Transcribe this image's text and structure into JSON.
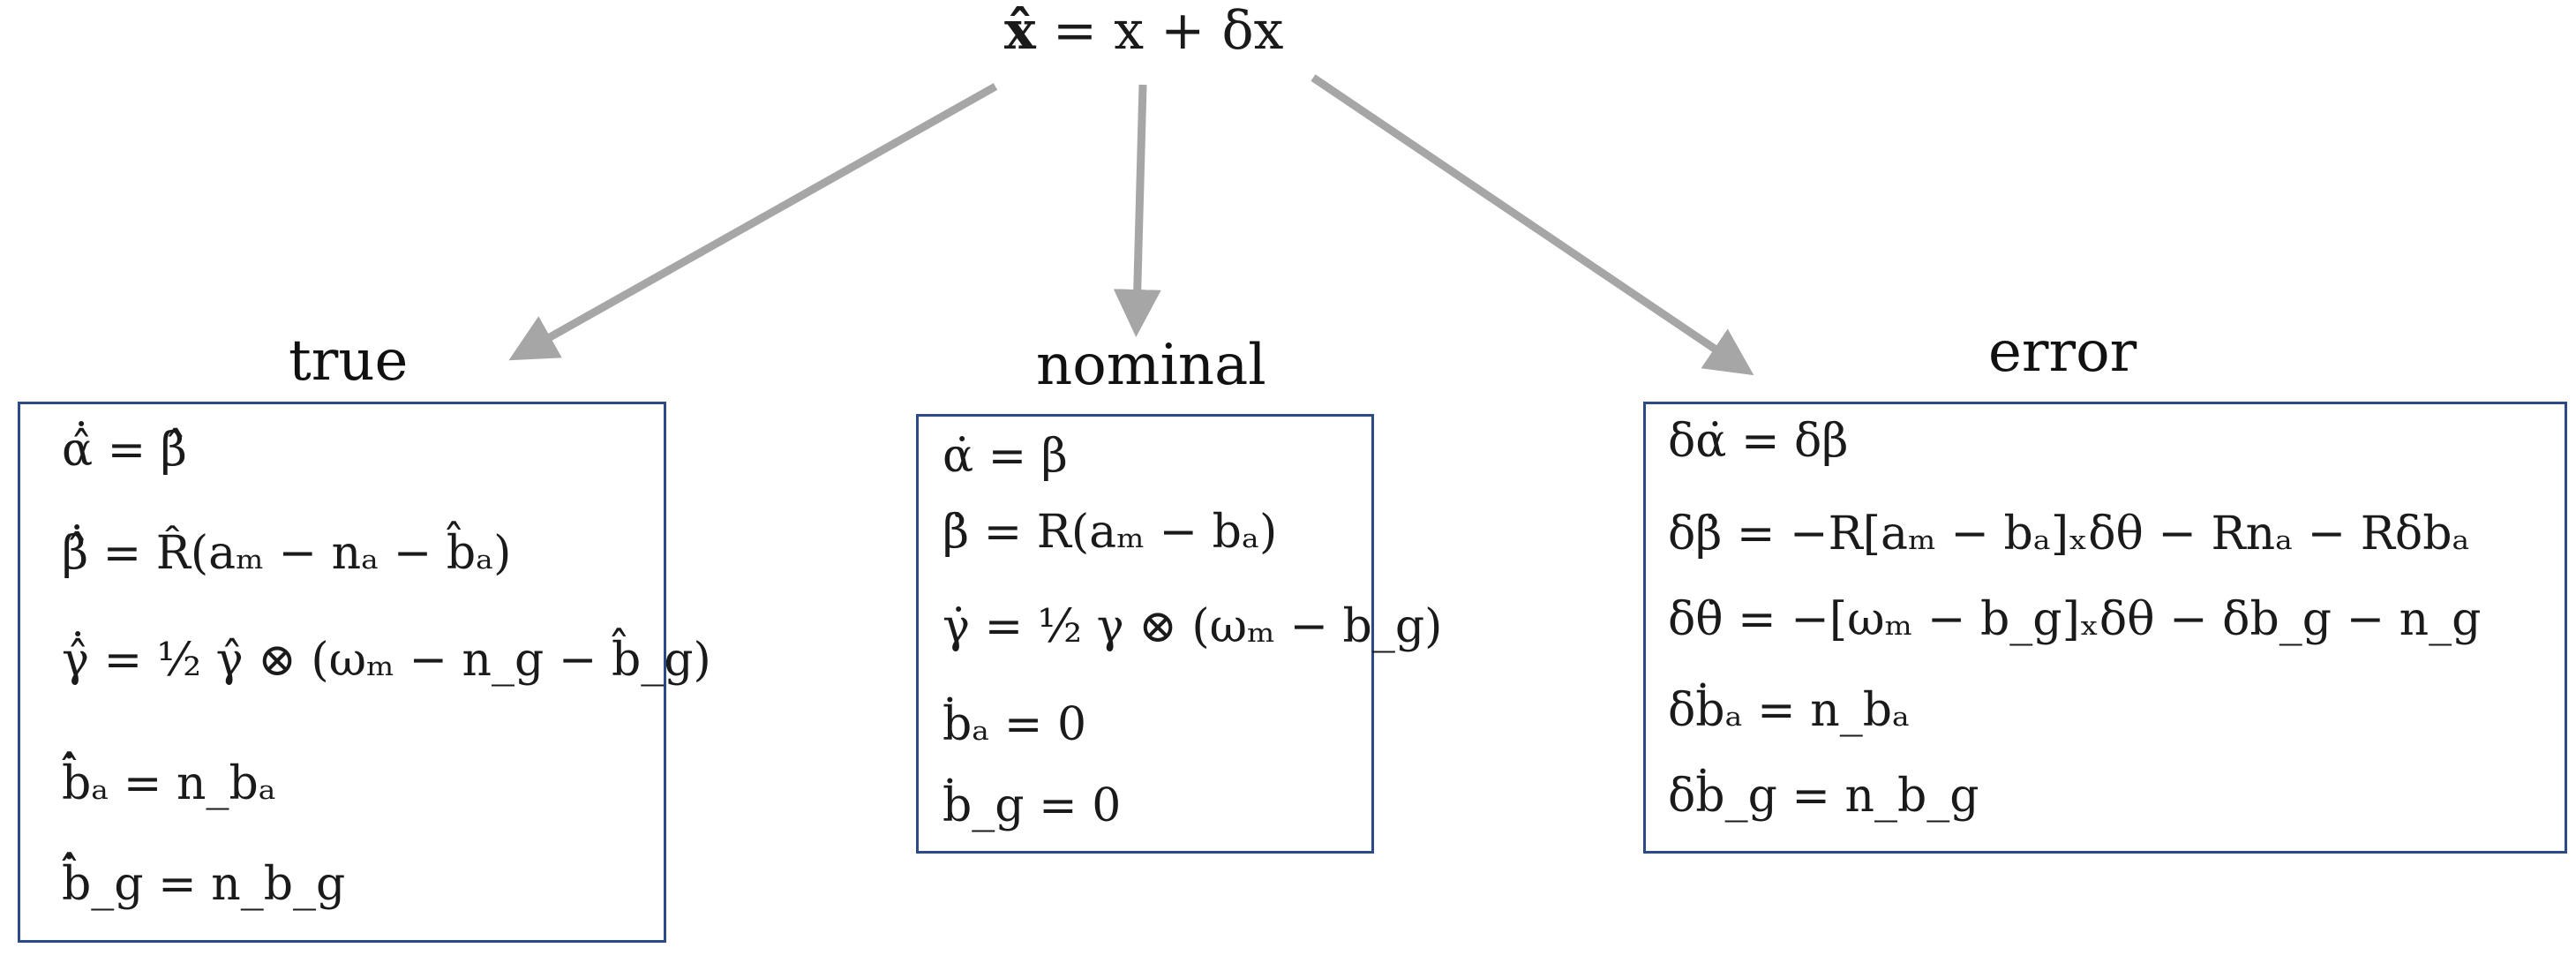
{
  "top_equation": {
    "lhs": "x̂",
    "rhs": "= x + δx"
  },
  "columns": [
    {
      "title": "true",
      "equations": [
        "α̂̇ = β̂",
        "β̂̇ = R̂(aₘ − nₐ − b̂ₐ)",
        "γ̂̇ = ½ γ̂ ⊗ (ωₘ − n_g − b̂_g)",
        "b̂̇ₐ = n_bₐ",
        "b̂̇_g = n_b_g"
      ]
    },
    {
      "title": "nominal",
      "equations": [
        "α̇ = β",
        "β̇ = R(aₘ − bₐ)",
        "γ̇ = ½ γ ⊗ (ωₘ − b_g)",
        "ḃₐ = 0",
        "ḃ_g = 0"
      ]
    },
    {
      "title": "error",
      "equations": [
        "δα̇ = δβ",
        "δβ̇ = −R[aₘ − bₐ]ₓδθ − Rnₐ − Rδbₐ",
        "δθ̇ = −[ωₘ − b_g]ₓδθ − δb_g − n_g",
        "δḃₐ = n_bₐ",
        "δḃ_g = n_b_g"
      ]
    }
  ],
  "colors": {
    "arrow": "#a6a6a6",
    "box_border": "#2b4a86"
  }
}
